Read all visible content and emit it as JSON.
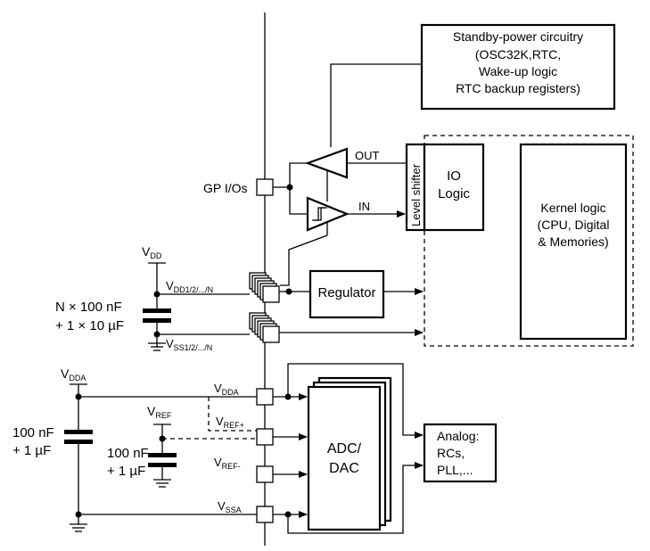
{
  "labels": {
    "standby_box": [
      "Standby-power circuitry",
      "(OSC32K,RTC,",
      "Wake-up logic",
      "RTC backup registers)"
    ],
    "gp_ios": "GP I/Os",
    "out": "OUT",
    "in": "IN",
    "level_shifter": "Level shifter",
    "io_logic": [
      "IO",
      "Logic"
    ],
    "kernel_logic": [
      "Kernel logic",
      "(CPU, Digital",
      "& Memories)"
    ],
    "regulator": "Regulator",
    "vdd_main": "V",
    "vdd_main_sub": "DD",
    "vdd_rail": "V",
    "vdd_rail_sub": "DD1/2/.../N",
    "vss_rail": "V",
    "vss_rail_sub": "SS1/2/.../N",
    "decoupling_main": [
      "N × 100 nF",
      "+ 1 × 10 µF"
    ],
    "vdda_main": "V",
    "vdda_main_sub": "DDA",
    "vdda_pin": "V",
    "vdda_pin_sub": "DDA",
    "vref_main": "V",
    "vref_main_sub": "REF",
    "vref_plus": "V",
    "vref_plus_sub": "REF+",
    "vref_minus": "V",
    "vref_minus_sub": "REF-",
    "vssa": "V",
    "vssa_sub": "SSA",
    "decoupling_analog": [
      "100 nF",
      "+ 1 µF"
    ],
    "decoupling_ref": [
      "100 nF",
      "+ 1 µF"
    ],
    "adc_dac": [
      "ADC/",
      "DAC"
    ],
    "analog_box": [
      "Analog:",
      "RCs,",
      "PLL,..."
    ]
  }
}
